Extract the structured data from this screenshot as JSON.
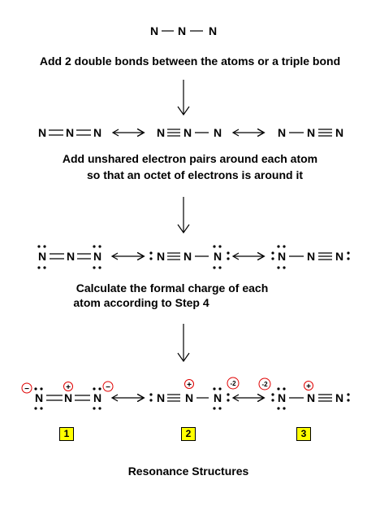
{
  "atom": "N",
  "step1": "Add 2 double bonds between the atoms or a triple bond",
  "step2": [
    "Add unshared electron pairs around each atom",
    "so that an octet of electrons is around it"
  ],
  "step3": [
    "Calculate the formal charge of each",
    "atom according to Step 4"
  ],
  "charges": {
    "plus": "+",
    "minus": "−",
    "minus_two": "-2"
  },
  "labels": [
    "1",
    "2",
    "3"
  ],
  "footer": "Resonance Structures"
}
